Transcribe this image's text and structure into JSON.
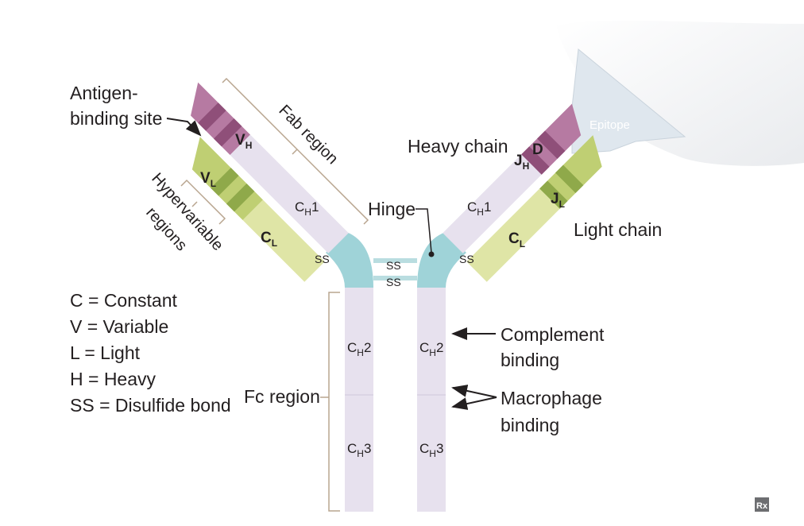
{
  "labels": {
    "antigen_binding_line1": "Antigen-",
    "antigen_binding_line2": "binding site",
    "fab_region": "Fab region",
    "hypervariable_line1": "Hypervariable",
    "hypervariable_line2": "regions",
    "heavy_chain": "Heavy chain",
    "light_chain": "Light chain",
    "hinge": "Hinge",
    "epitope": "Epitope",
    "fc_region": "Fc region",
    "complement_line1": "Complement",
    "complement_line2": "binding",
    "macrophage_line1": "Macrophage",
    "macrophage_line2": "binding",
    "logo": "Rx"
  },
  "segments": {
    "vh": {
      "main": "V",
      "sub": "H"
    },
    "vl": {
      "main": "V",
      "sub": "L"
    },
    "cl_left": {
      "main": "C",
      "sub": "L"
    },
    "ch1_left": {
      "main": "C",
      "sub": "H",
      "tail": "1"
    },
    "ch1_right": {
      "main": "C",
      "sub": "H",
      "tail": "1"
    },
    "jh": {
      "main": "J",
      "sub": "H"
    },
    "d": {
      "main": "D"
    },
    "jl": {
      "main": "J",
      "sub": "L"
    },
    "cl_right": {
      "main": "C",
      "sub": "L"
    },
    "ch2_left": {
      "main": "C",
      "sub": "H",
      "tail": "2"
    },
    "ch2_right": {
      "main": "C",
      "sub": "H",
      "tail": "2"
    },
    "ch3_left": {
      "main": "C",
      "sub": "H",
      "tail": "3"
    },
    "ch3_right": {
      "main": "C",
      "sub": "H",
      "tail": "3"
    }
  },
  "disulfide": {
    "left_chain": "SS",
    "right_chain": "SS",
    "hinge_top": "SS",
    "hinge_bottom": "SS"
  },
  "legend": [
    "C = Constant",
    "V = Variable",
    "L = Light",
    "H = Heavy",
    "SS = Disulfide bond"
  ],
  "colors": {
    "heavy_constant": "#e7e1ee",
    "variable_heavy": "#b67aa2",
    "variable_heavy_band": "#8f4f79",
    "light_constant": "#dfe5a6",
    "variable_light": "#bfcf73",
    "variable_light_band": "#8fa94a",
    "hinge": "#9fd3d8",
    "antigen": "#f2f3f4",
    "epitope": "#dfe7ee",
    "bracket": "#b8a58f"
  }
}
